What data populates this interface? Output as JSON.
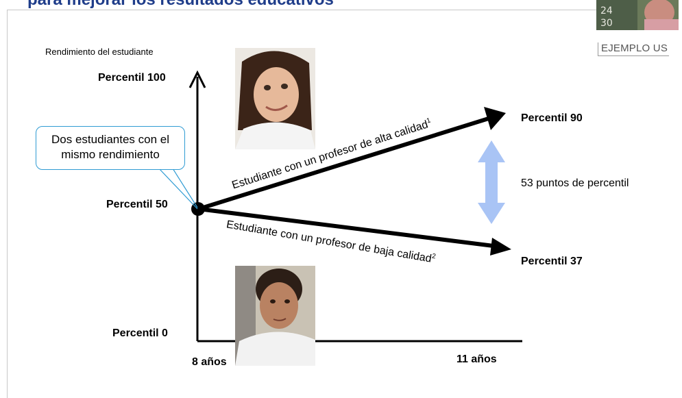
{
  "slide": {
    "title": "para mejorar los resultados educativos",
    "example_tag": "EJEMPLO US"
  },
  "axes": {
    "y_title": "Rendimiento del estudiante",
    "y_ticks": [
      "Percentil 100",
      "Percentil 50",
      "Percentil 0"
    ],
    "x_ticks": [
      "8 años",
      "11 años"
    ]
  },
  "callout": {
    "line1": "Dos estudiantes con el",
    "line2": "mismo rendimiento"
  },
  "trajectories": {
    "high": {
      "label": "Estudiante con un profesor de alta calidad",
      "footnote": "1",
      "end_label": "Percentil 90"
    },
    "low": {
      "label": "Estudiante con un profesor de baja calidad",
      "footnote": "2",
      "end_label": "Percentil 37"
    }
  },
  "gap_label": "53 puntos de percentil",
  "colors": {
    "title": "#1f3d8a",
    "callout_border": "#2f9bd3",
    "gap_arrow": "#a9c4f5"
  }
}
